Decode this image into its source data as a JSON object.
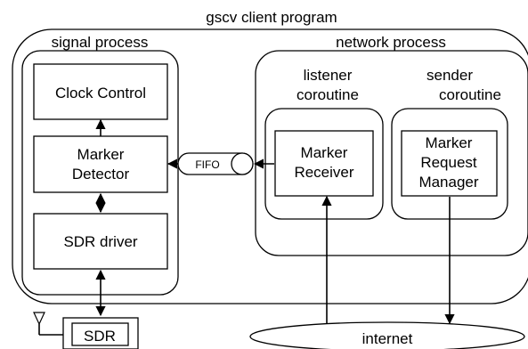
{
  "title": "gscv client program",
  "signal_process": {
    "label": "signal process",
    "clock_control": "Clock Control",
    "marker_detector": [
      "Marker",
      "Detector"
    ],
    "sdr_driver": "SDR driver"
  },
  "network_process": {
    "label": "network process",
    "listener": {
      "label": [
        "listener",
        "coroutine"
      ],
      "marker_receiver": [
        "Marker",
        "Receiver"
      ]
    },
    "sender": {
      "label": [
        "sender",
        "coroutine"
      ],
      "marker_request_manager": [
        "Marker",
        "Request",
        "Manager"
      ]
    }
  },
  "fifo": "FIFO",
  "sdr": "SDR",
  "internet": "internet"
}
